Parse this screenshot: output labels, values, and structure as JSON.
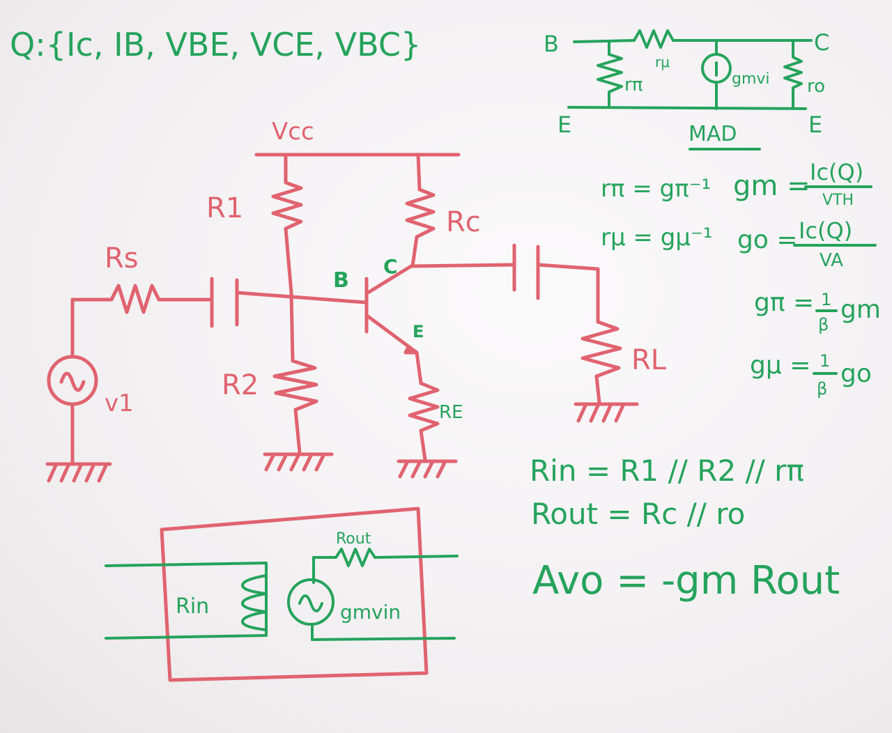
{
  "question": {
    "label": "Q:",
    "items": [
      "Ic",
      "IB",
      "VBE",
      "VCE",
      "VBC"
    ],
    "text": "Q:{Ic, IB, VBE, VCE, VBC}"
  },
  "circuit": {
    "vcc": "Vcc",
    "r1": "R1",
    "r2": "R2",
    "rs": "Rs",
    "rc": "Rc",
    "re": "RE",
    "rl": "RL",
    "source": "v1",
    "node_b": "B",
    "node_c": "C",
    "node_e": "E"
  },
  "small_signal_model": {
    "node_b": "B",
    "node_c": "C",
    "node_e_left": "E",
    "node_e_right": "E",
    "r_mu": "rμ",
    "r_pi": "rπ",
    "gm_source": "gmvi",
    "r_o": "ro",
    "caption": "MAD"
  },
  "equations": {
    "rpi": "rπ = gπ⁻¹",
    "rmu": "rμ = gμ⁻¹",
    "gm_lhs": "gm =",
    "gm_num": "Ic(Q)",
    "gm_den": "VTH",
    "go_lhs": "go =",
    "go_num": "Ic(Q)",
    "go_den": "VA",
    "gpi_lhs": "gπ =",
    "gpi_num": "1",
    "gpi_den": "β",
    "gpi_rhs": "gm",
    "gmu_lhs": "gμ =",
    "gmu_num": "1",
    "gmu_den": "β",
    "gmu_rhs": "go",
    "rin": "Rin = R1 // R2 // rπ",
    "rout": "Rout = Rc // ro",
    "avo": "Avo = -gm Rout"
  },
  "equivalent_box": {
    "rin": "Rin",
    "rout": "Rout",
    "source": "gmvin"
  },
  "colors": {
    "red_marker": "#e0636f",
    "green_marker": "#25a35c",
    "board": "#f4f1f2"
  }
}
